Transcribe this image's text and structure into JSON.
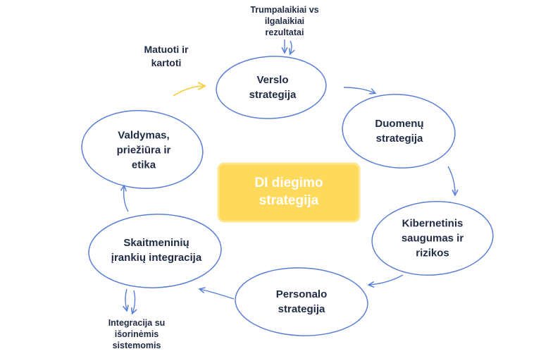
{
  "center": {
    "label": "DI diegimo\nstrategija"
  },
  "nodes": [
    {
      "id": "verslo",
      "label": "Verslo\nstrategija"
    },
    {
      "id": "duomenu",
      "label": "Duomenų\nstrategija"
    },
    {
      "id": "kibernetinis",
      "label": "Kibernetinis\nsaugumas ir\nrizikos"
    },
    {
      "id": "personalo",
      "label": "Personalo\nstrategija"
    },
    {
      "id": "skaitmeniniu",
      "label": "Skaitmeninių\nįrankių integracija"
    },
    {
      "id": "valdymas",
      "label": "Valdymas,\npriežiūra ir\netika"
    }
  ],
  "notes": {
    "top": "Trumpalaikiai vs\nilgalaikiai\nrezultatai",
    "loop": "Matuoti ir\nkartoti",
    "bottom": "Integracija su\nišorinėmis\nsistemomis"
  },
  "colors": {
    "stroke": "#5b7fd6",
    "center_fill": "#ffd95c",
    "loop_arrow": "#f5d24a",
    "text": "#1f2a44"
  }
}
